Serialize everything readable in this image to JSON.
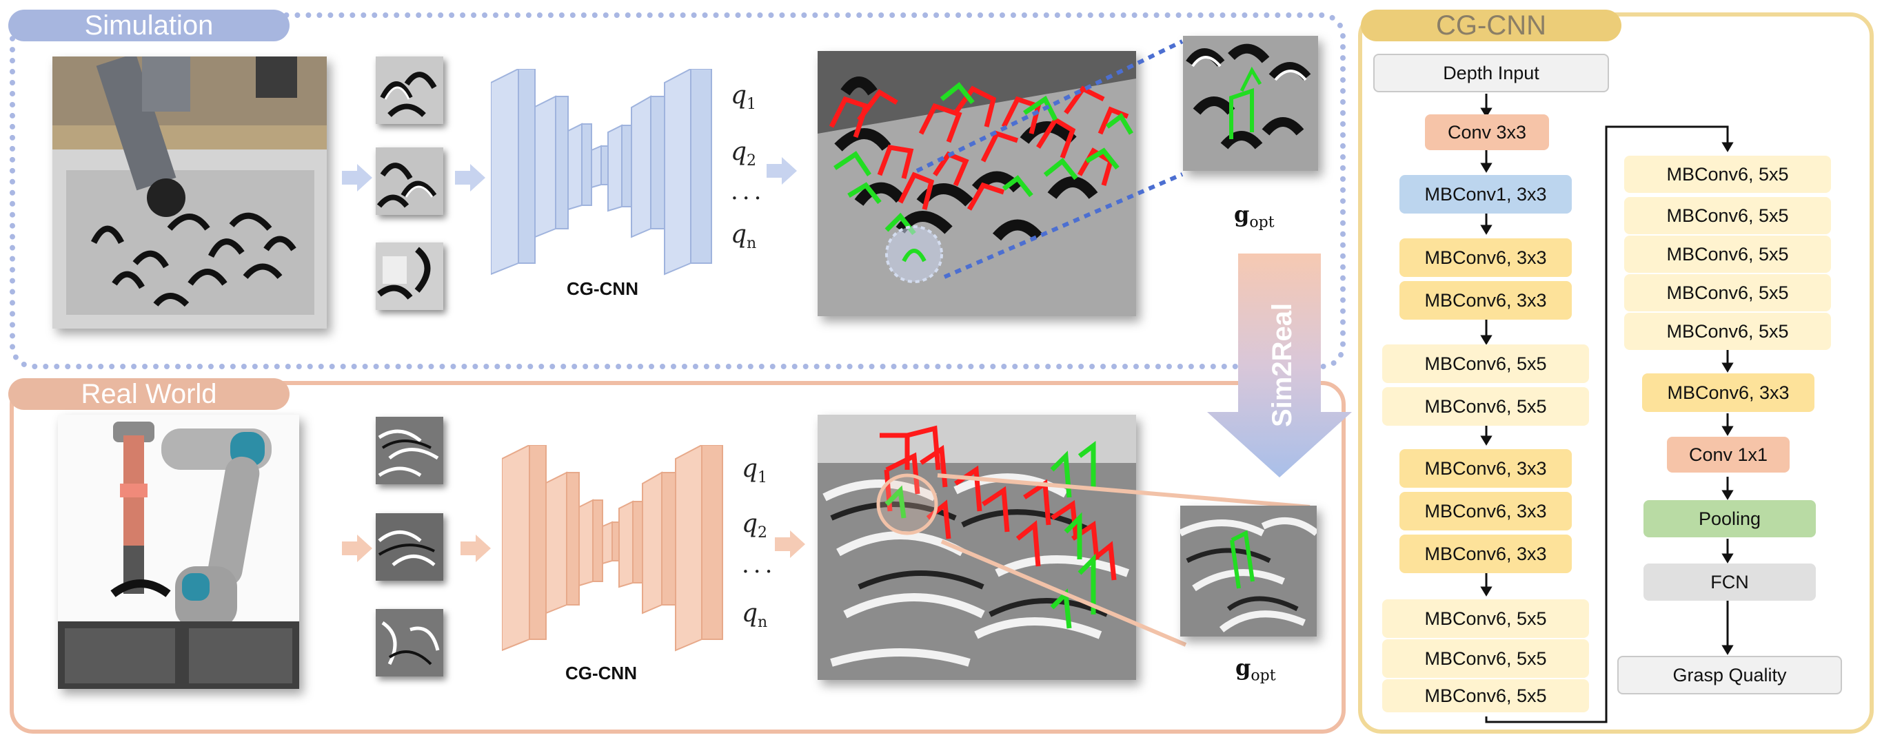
{
  "sections": {
    "simulation": "Simulation",
    "real_world": "Real World",
    "cg_cnn": "CG-CNN"
  },
  "sim2real_label": "Sim2Real",
  "network_label_top": "CG-CNN",
  "network_label_bottom": "CG-CNN",
  "outputs": {
    "q1": "q",
    "q1_sub": "1",
    "q2": "q",
    "q2_sub": "2",
    "dots": "...",
    "qn": "q",
    "qn_sub": "n"
  },
  "gopt": {
    "g": "g",
    "sub": "opt"
  },
  "architecture": {
    "left_column": [
      "Depth Input",
      "Conv 3x3",
      "MBConv1, 3x3",
      "MBConv6, 3x3",
      "MBConv6, 3x3",
      "MBConv6, 5x5",
      "MBConv6, 5x5",
      "MBConv6, 3x3",
      "MBConv6, 3x3",
      "MBConv6, 3x3",
      "MBConv6, 5x5",
      "MBConv6, 5x5",
      "MBConv6, 5x5"
    ],
    "right_column": [
      "MBConv6, 5x5",
      "MBConv6, 5x5",
      "MBConv6, 5x5",
      "MBConv6, 5x5",
      "MBConv6, 5x5",
      "MBConv6, 3x3",
      "Conv 1x1",
      "Pooling",
      "FCN",
      "Grasp Quality"
    ]
  },
  "colors": {
    "sim_tag": "#a7b6df",
    "real_tag": "#e9b8a0",
    "cg_tag": "#eccd78",
    "sim_net": "#c9d6f0",
    "real_net": "#f3c6ad",
    "grasp_red": "#ff1a1a",
    "grasp_green": "#22dd22"
  }
}
